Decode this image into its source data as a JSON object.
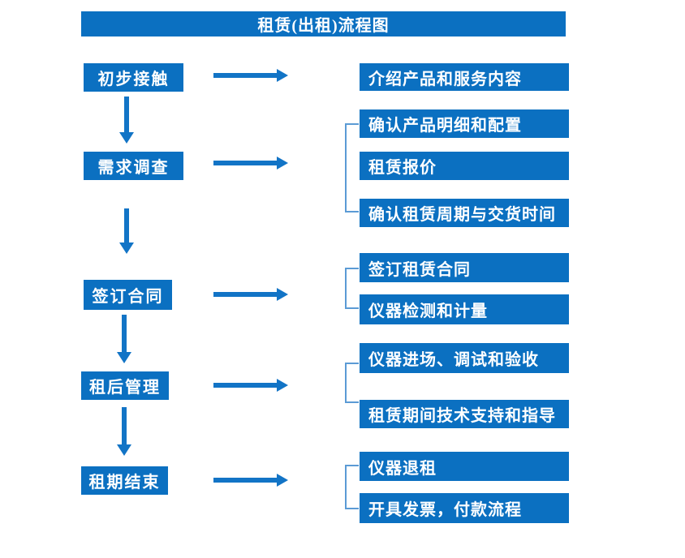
{
  "title": "租赁(出租)流程图",
  "colors": {
    "primary_blue": "#0B70C1",
    "arrow_blue": "#1274C6",
    "bracket_blue": "#5B9BD5"
  },
  "stages": [
    {
      "label": "初步接触",
      "outputs": [
        "介绍产品和服务内容"
      ]
    },
    {
      "label": "需求调查",
      "outputs": [
        "确认产品明细和配置",
        "租赁报价",
        "确认租赁周期与交货时间"
      ]
    },
    {
      "label": "签订合同",
      "outputs": [
        "签订租赁合同",
        "仪器检测和计量"
      ]
    },
    {
      "label": "租后管理",
      "outputs": [
        "仪器进场、调试和验收",
        "租赁期间技术支持和指导"
      ]
    },
    {
      "label": "租期结束",
      "outputs": [
        "仪器退租",
        "开具发票，付款流程"
      ]
    }
  ]
}
